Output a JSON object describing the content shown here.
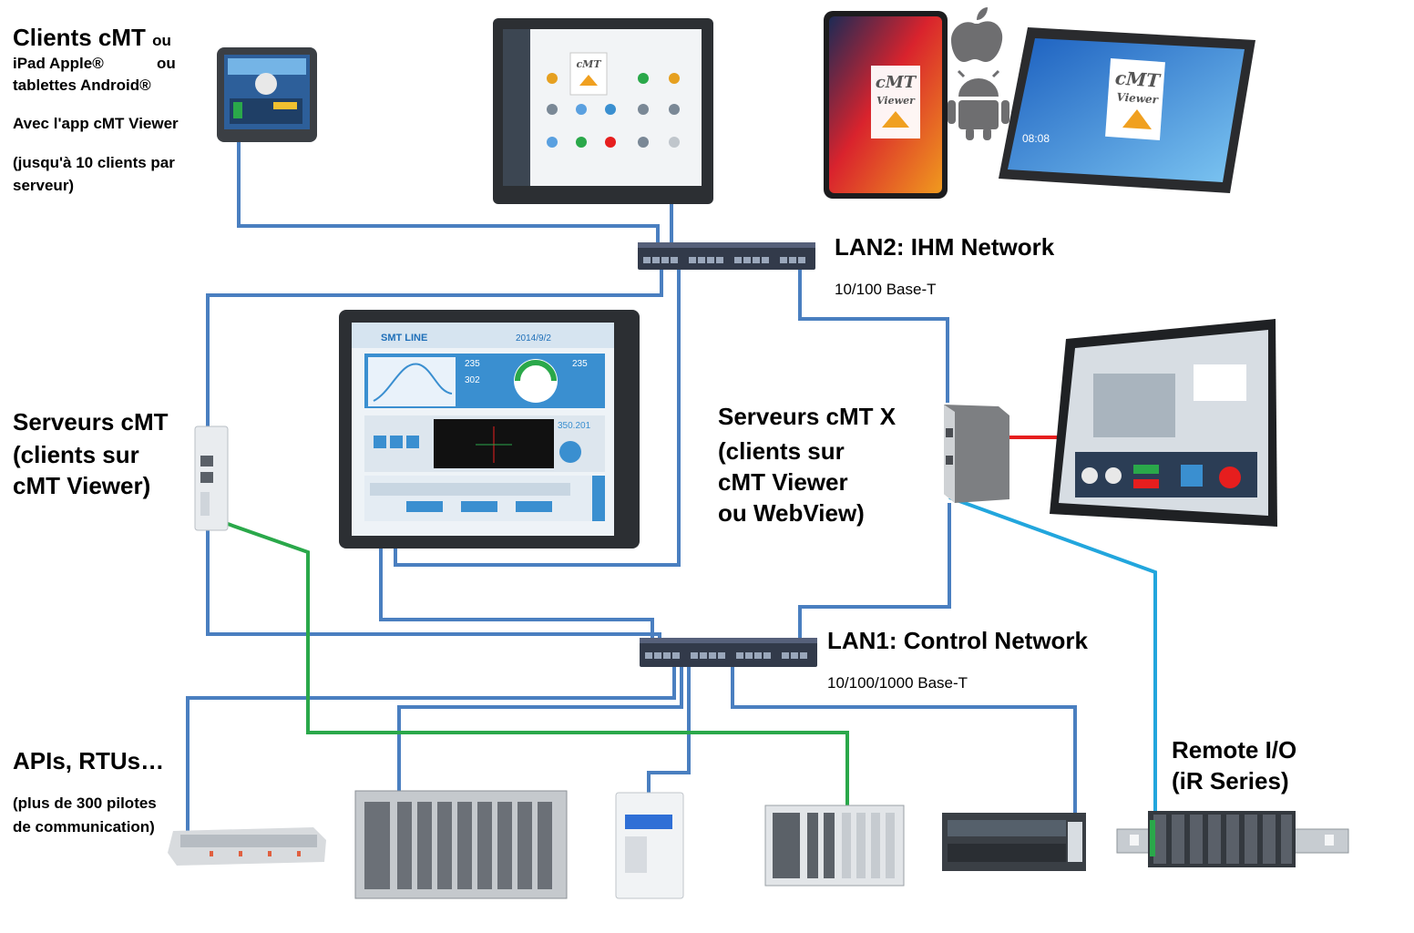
{
  "colors": {
    "ethernet": "#4a7fc0",
    "green_link": "#2aa84a",
    "cyan_link": "#22a6dd",
    "red_link": "#e61e1e",
    "device_dark": "#2c2f33",
    "screen_blue": "#3a8fd0"
  },
  "labels": {
    "clients_title": "Clients cMT",
    "clients_ou1": "ou",
    "clients_ipad": "iPad Apple®",
    "clients_ou2": "ou",
    "clients_android": "tablettes Android®",
    "clients_app": "Avec l'app cMT Viewer",
    "clients_limit1": "(jusqu'à 10 clients par",
    "clients_limit2": "serveur)",
    "lan2_title": "LAN2: IHM Network",
    "lan2_speed": "10/100 Base-T",
    "servers_cmt1": "Serveurs cMT",
    "servers_cmt2": "(clients sur",
    "servers_cmt3": "cMT Viewer)",
    "servers_x1": "Serveurs cMT X",
    "servers_x2": "(clients sur",
    "servers_x3": "cMT Viewer",
    "servers_x4": "ou WebView)",
    "lan1_title": "LAN1: Control Network",
    "lan1_speed": "10/100/1000 Base-T",
    "apis_title": "APIs, RTUs…",
    "apis_note1": "(plus de 300 pilotes",
    "apis_note2": "de communication)",
    "rio1": "Remote I/O",
    "rio2": "(iR Series)"
  },
  "screens": {
    "hmi_center_title": "SMT LINE",
    "hmi_center_date": "2014/9/2",
    "hmi_center_v1": "235",
    "hmi_center_v2": "302",
    "hmi_center_v3": "350.201",
    "logo_line1": "cMT",
    "logo_line2": "Viewer",
    "tablet_time": "08:08"
  },
  "icons": [
    "apple-icon",
    "android-icon",
    "cmt-viewer-logo-icon"
  ]
}
